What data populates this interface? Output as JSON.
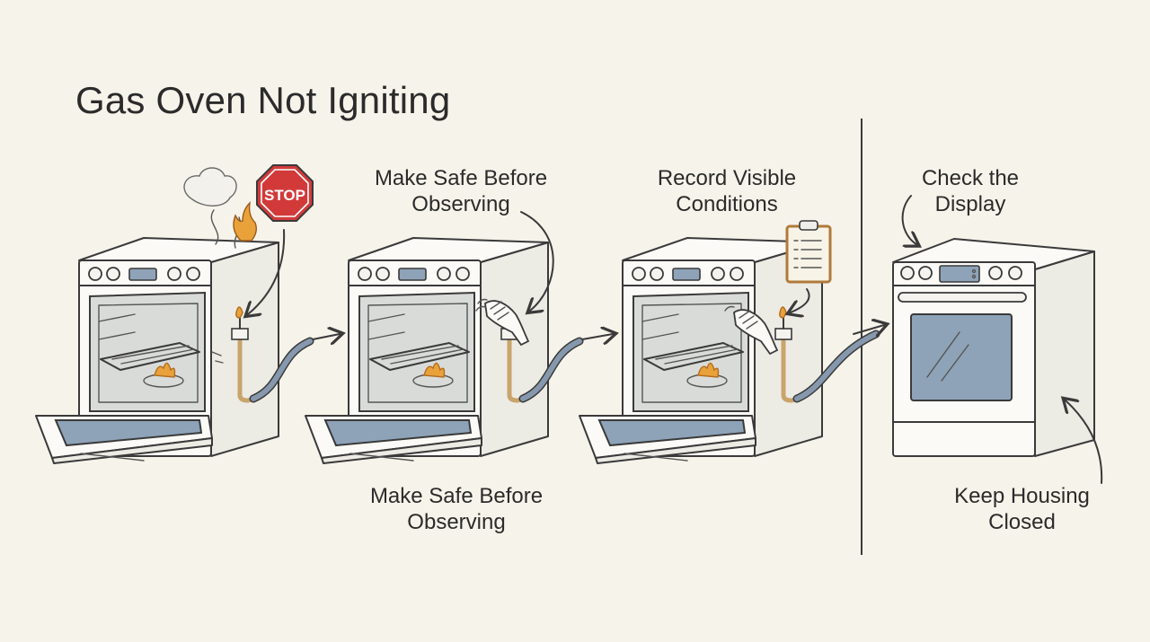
{
  "title": "Gas Oven Not Igniting",
  "labels": {
    "step2_top": "Make Safe Before\nObserving",
    "step2_bottom": "Make Safe Before\nObserving",
    "step3_top": "Record Visible\nConditions",
    "step4_top": "Check the\nDisplay",
    "step4_bottom": "Keep Housing\nClosed"
  },
  "sign": {
    "text": "STOP",
    "color": "#d23a3a"
  },
  "colors": {
    "background": "#f6f3ea",
    "glass": "#8ea3b8",
    "flame": "#e9a23a",
    "pipe": "#c9a46b"
  }
}
